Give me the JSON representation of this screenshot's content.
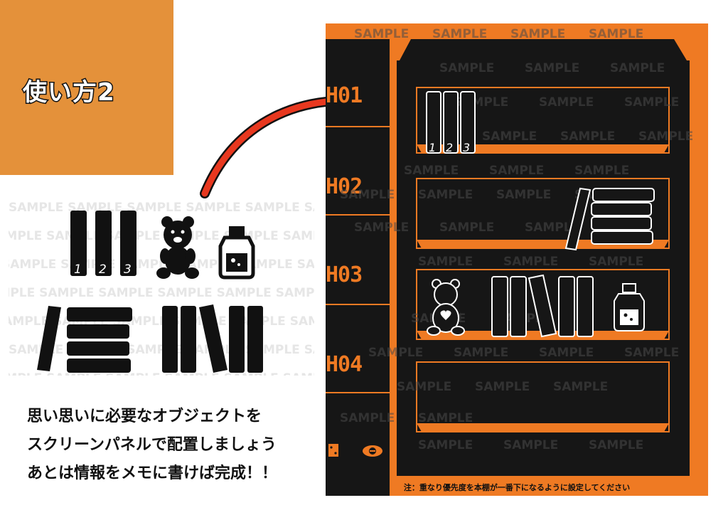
{
  "title": "使い方2",
  "watermark": "SAMPLE",
  "instructions": [
    "思い思いに必要なオブジェクトを",
    "スクリーンパネルで配置しましょう",
    "あとは情報をメモに書けば完成！！"
  ],
  "book_numbers": [
    "1",
    "2",
    "3"
  ],
  "tabs": [
    {
      "label": "H01"
    },
    {
      "label": "H02"
    },
    {
      "label": "H03"
    },
    {
      "label": "H04"
    }
  ],
  "note": "注：重なり優先度を本棚が一番下になるように設定してください",
  "colors": {
    "accent": "#ef7a23",
    "title_bg": "#e4913a",
    "dark": "#161616",
    "arrow": "#e8381f"
  },
  "icons": [
    "teddy-bear-icon",
    "jar-icon",
    "dice-icon",
    "eye-icon"
  ]
}
